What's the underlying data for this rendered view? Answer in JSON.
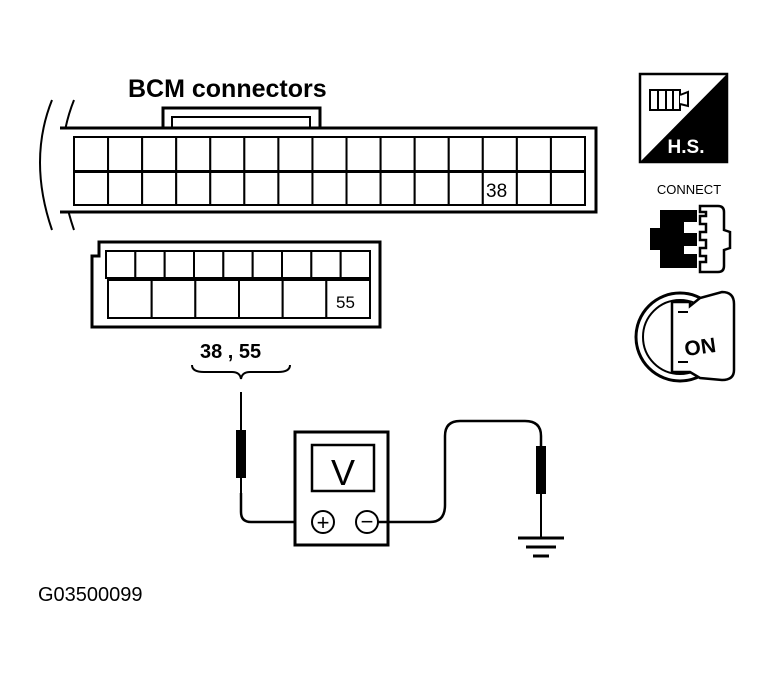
{
  "diagram": {
    "title": "BCM connectors",
    "connector_large": {
      "pin_label": "38"
    },
    "connector_small": {
      "pin_label": "55"
    },
    "measure_label": "38 , 55",
    "voltmeter": {
      "symbol": "V",
      "plus": "+",
      "minus": "−"
    },
    "figure_id": "G03500099"
  },
  "icons": {
    "hs": {
      "name": "harness-side-icon",
      "label": "H.S."
    },
    "connect": {
      "name": "connect-icon",
      "label": "CONNECT"
    },
    "ignition": {
      "name": "ignition-on-icon",
      "label": "ON"
    }
  }
}
